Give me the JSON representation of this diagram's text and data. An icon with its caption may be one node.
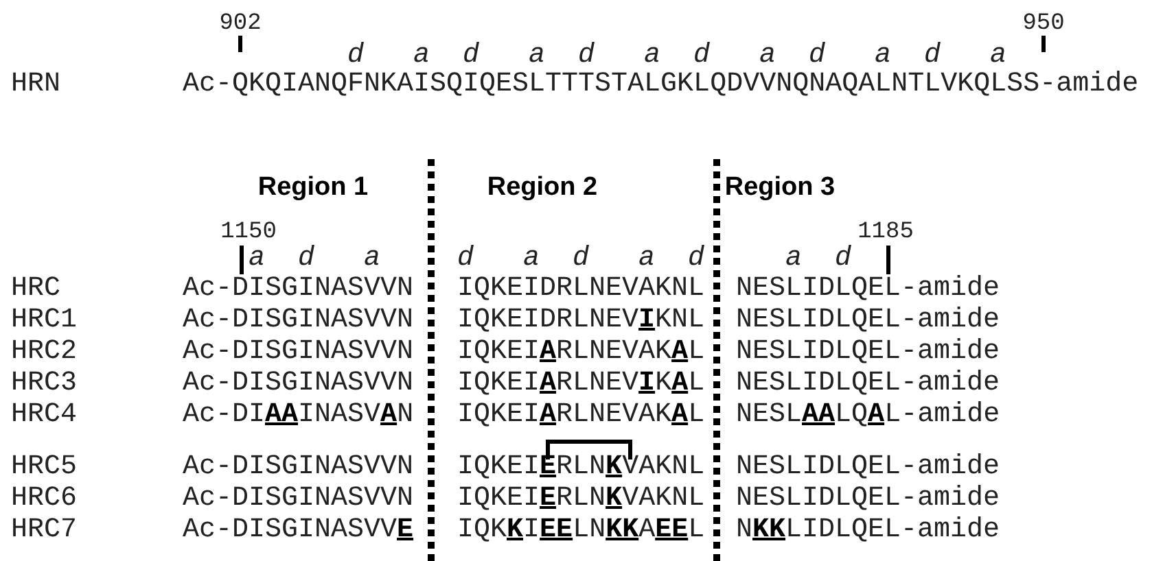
{
  "diagram": {
    "labels": [
      "902",
      "950",
      "d",
      "a",
      "d",
      "a",
      "d",
      "a",
      "d",
      "a",
      "d",
      "a",
      "d",
      "a",
      "HRN",
      "Ac-QKQIANQFNKAISQIQESLTTTSTALGKLQDVVNQNAQALNTLVKQLSS-amide",
      "Region 1",
      "Region 2",
      "Region 3",
      "1150",
      "1185",
      "a",
      "d",
      "a",
      "d",
      "a",
      "d",
      "a",
      "d",
      "a",
      "d",
      "HRC",
      "Ac-DISGINASVVN",
      "IQKEIDRLNEVAKNL",
      "NESLIDLQEL-amide",
      "HRC1",
      "Ac-DISGINASVVN",
      "IQKEIDRLNEV**I**KNL",
      "NESLIDLQEL-amide",
      "HRC2",
      "Ac-DISGINASVVN",
      "IQKEI**A**RLNEVAK**A**L",
      "NESLIDLQEL-amide",
      "HRC3",
      "Ac-DISGINASVVN",
      "IQKEI**A**RLNEV**I**K**A**L",
      "NESLIDLQEL-amide",
      "HRC4",
      "Ac-DI**AA**INASV**A**N",
      "IQKEI**A**RLNEVAK**A**L",
      "NESL**AA**LQ**A**L-amide",
      "HRC5",
      "Ac-DISGINASVVN",
      "IQKEI**E**RLN**K**VAKNL",
      "NESLIDLQEL-amide",
      "HRC6",
      "Ac-DISGINASVVN",
      "IQKEI**E**RLN**K**VAKNL",
      "NESLIDLQEL-amide",
      "HRC7",
      "Ac-DISGINASVV**E**",
      "IQK**K**I**EE**LN**KK**A**EE**L",
      "N**KK**LIDLQEL-amide"
    ]
  }
}
